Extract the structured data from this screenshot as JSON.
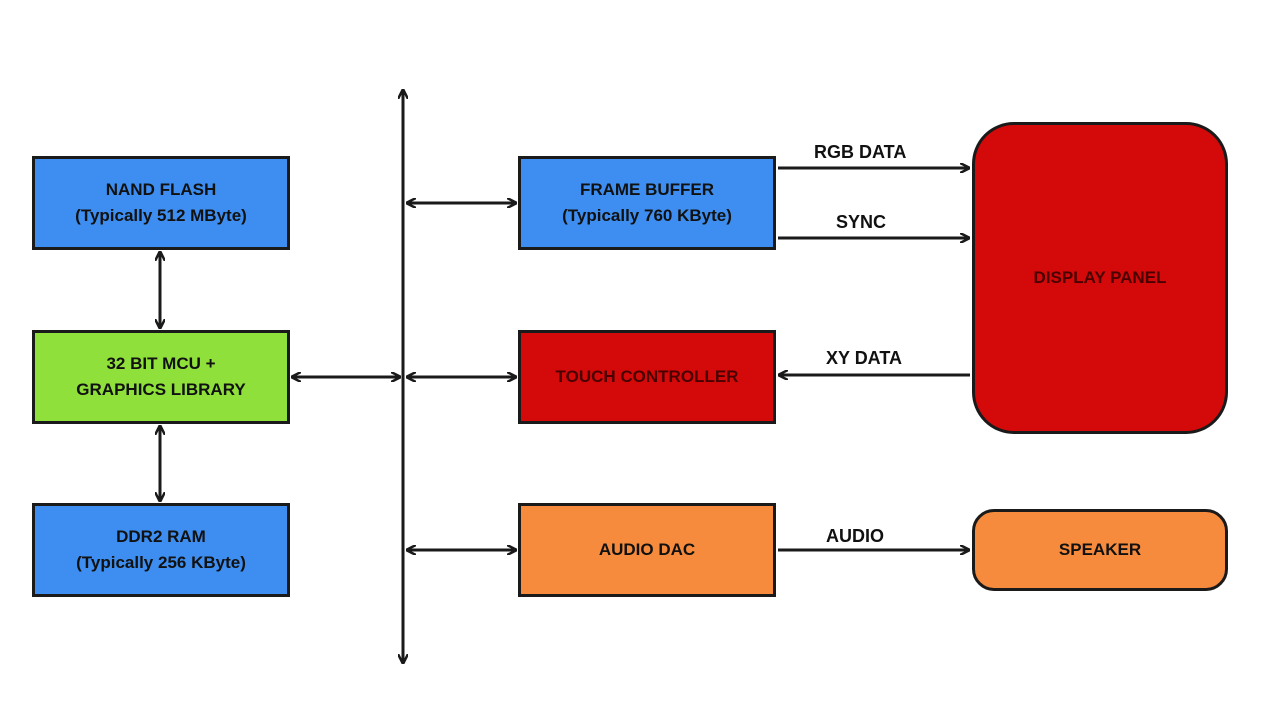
{
  "blocks": {
    "nand_flash": {
      "line1": "NAND FLASH",
      "line2": "(Typically 512 MByte)"
    },
    "mcu": {
      "line1": "32 BIT MCU +",
      "line2": "GRAPHICS LIBRARY"
    },
    "ddr2_ram": {
      "line1": "DDR2 RAM",
      "line2": "(Typically 256 KByte)"
    },
    "frame_buffer": {
      "line1": "FRAME BUFFER",
      "line2": "(Typically 760 KByte)"
    },
    "touch_controller": {
      "line1": "TOUCH CONTROLLER"
    },
    "audio_dac": {
      "line1": "AUDIO DAC"
    },
    "display_panel": {
      "line1": "DISPLAY PANEL"
    },
    "speaker": {
      "line1": "SPEAKER"
    }
  },
  "signals": {
    "rgb_data": "RGB DATA",
    "sync": "SYNC",
    "xy_data": "XY DATA",
    "audio": "AUDIO"
  },
  "colors": {
    "memory": "#3d8ef0",
    "mcu": "#8fe03a",
    "display": "#d40a0a",
    "audio": "#f78b3d",
    "lines": "#1a1a1a"
  }
}
